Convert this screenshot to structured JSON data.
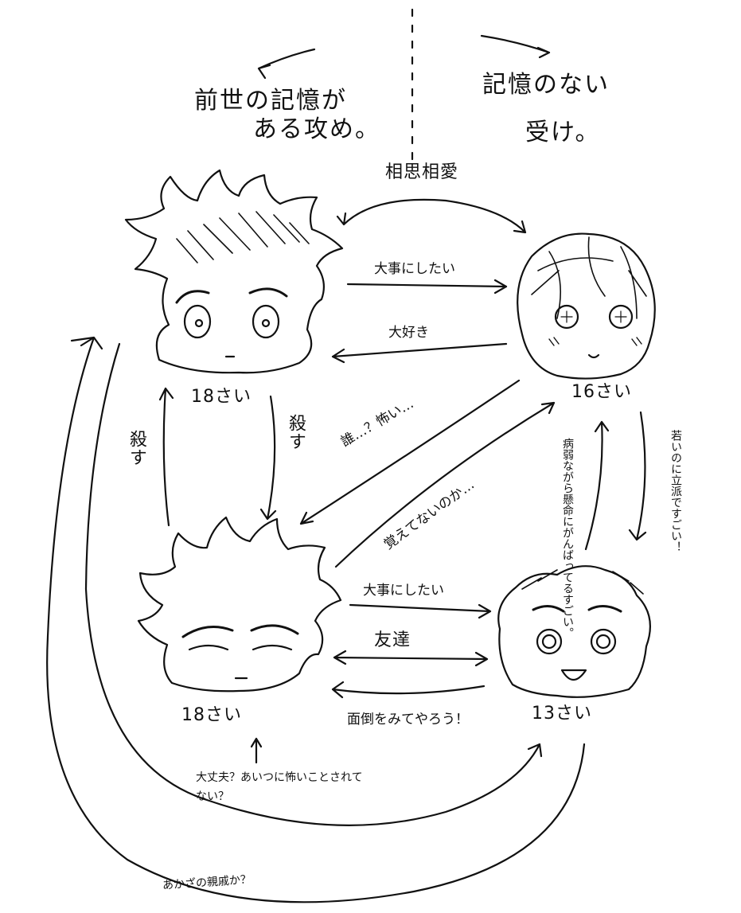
{
  "header": {
    "left_line1": "前世の記憶が",
    "left_line2": "ある攻め。",
    "right_line1": "記憶のない",
    "right_line2": "受け。"
  },
  "characters": [
    {
      "id": "top_left",
      "age": "18さい"
    },
    {
      "id": "top_right",
      "age": "16さい"
    },
    {
      "id": "bottom_left",
      "age": "18さい"
    },
    {
      "id": "bottom_right",
      "age": "13さい"
    }
  ],
  "relations": {
    "mutual": "相思相愛",
    "tl_to_tr": "大事にしたい",
    "tr_to_tl": "大好き",
    "tl_to_bl": "殺す",
    "bl_to_tl": "殺す",
    "tr_to_bl": "誰…？怖い…",
    "bl_to_tr": "覚えてないのか…",
    "tr_to_br": "若いのに立派ですごい！",
    "br_to_tr": "病弱ながら懸命にがんばってるすごい。",
    "bl_to_br": "大事にしたい",
    "bl_br_mutual": "友達",
    "br_to_bl": "面倒をみてやろう！",
    "concern": "大丈夫？あいつに怖いことされてない？",
    "guardian": "あかざの親戚か？"
  }
}
